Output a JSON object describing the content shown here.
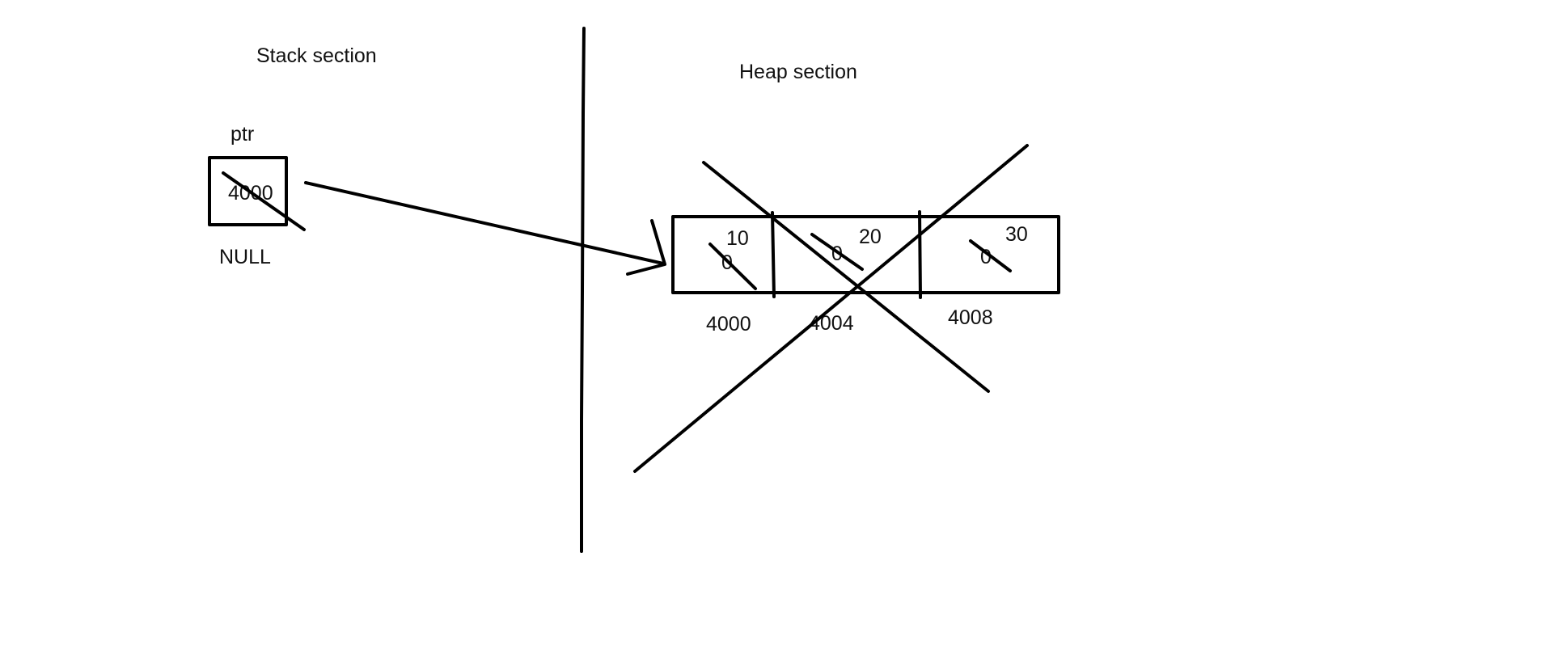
{
  "stack": {
    "title": "Stack section",
    "pointer_name": "ptr",
    "old_value": "4000",
    "new_value": "NULL"
  },
  "heap": {
    "title": "Heap section",
    "cells": [
      {
        "new_value": "10",
        "old_value": "0",
        "address": "4000"
      },
      {
        "new_value": "20",
        "old_value": "0",
        "address": "4004"
      },
      {
        "new_value": "30",
        "old_value": "0",
        "address": "4008"
      }
    ]
  }
}
